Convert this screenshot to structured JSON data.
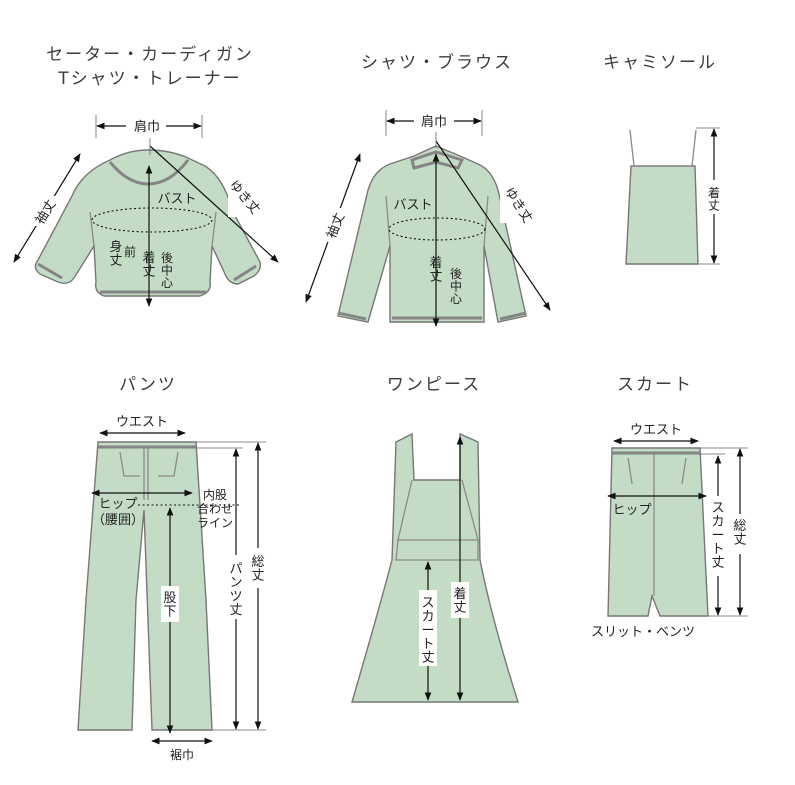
{
  "titles": {
    "sweater_line1": "セーター・カーディガン",
    "sweater_line2": "Tシャツ・トレーナー",
    "shirt": "シャツ・ブラウス",
    "camisole": "キャミソール",
    "pants": "パンツ",
    "onepiece": "ワンピース",
    "skirt": "スカート"
  },
  "labels": {
    "katahaba": "肩巾",
    "sodetake": "袖丈",
    "yukitake": "ゆき丈",
    "bust": "バスト",
    "mitake": "身丈",
    "mae": "（前）",
    "kitake": "着丈",
    "ushiro_naka": "（後中心）",
    "waist": "ウエスト",
    "hip": "ヒップ",
    "koshimawari": "（腰囲）",
    "uchimata_1": "内股",
    "uchimata_2": "合わせ",
    "uchimata_3": "ライン",
    "matashita": "股下",
    "soutake": "総丈",
    "pants_take": "パンツ丈",
    "susohaba": "裾巾",
    "skirt_take": "スカート丈",
    "slit_vents": "スリット・ベンツ"
  },
  "colors": {
    "garment_fill": "#c4dcc6",
    "garment_outline": "#777777",
    "trim": "#858585",
    "arrow": "#111111"
  }
}
